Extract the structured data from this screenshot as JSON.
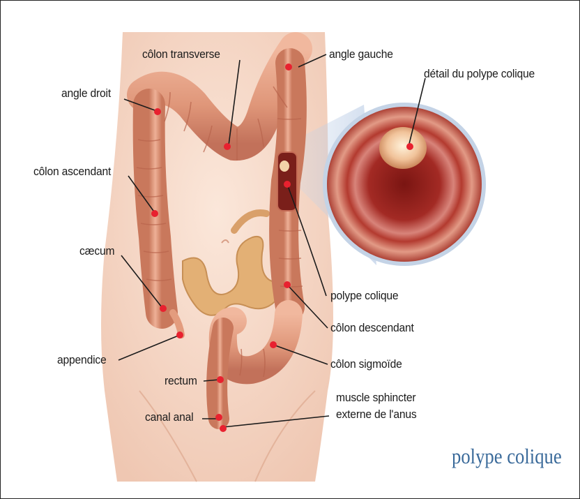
{
  "figure": {
    "labels": {
      "colon_transverse": "côlon transverse",
      "angle_gauche": "angle gauche",
      "detail_polype": "détail du polype colique",
      "angle_droit": "angle droit",
      "colon_ascendant": "côlon ascendant",
      "caecum": "cæcum",
      "polype_colique": "polype colique",
      "colon_descendant": "côlon descendant",
      "appendice": "appendice",
      "colon_sigmoide": "côlon sigmoïde",
      "rectum": "rectum",
      "muscle_line1": "muscle sphincter",
      "muscle_line2": "externe de l'anus",
      "canal_anal": "canal anal"
    },
    "caption": "polype colique"
  },
  "colors": {
    "skin": "#f6d8c6",
    "colon": "#e09a7c",
    "marker": "#e8212f",
    "caption": "#3a6a9a"
  }
}
